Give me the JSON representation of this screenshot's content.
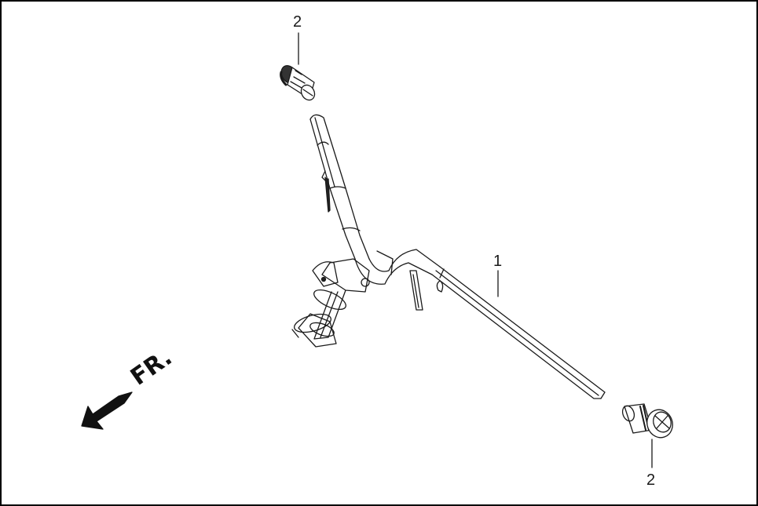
{
  "diagram": {
    "type": "exploded-parts-view",
    "subject": "Handlebar assembly",
    "frame_color": "#000000",
    "line_color": "#1a1a1a"
  },
  "callouts": [
    {
      "id": "callout-top-left",
      "label": "2",
      "part": "handlebar-end-plug"
    },
    {
      "id": "callout-main",
      "label": "1",
      "part": "handlebar"
    },
    {
      "id": "callout-bottom-right",
      "label": "2",
      "part": "handlebar-end-plug"
    }
  ],
  "direction_indicator": {
    "label": "FR.",
    "icon": "arrow-down-left-icon"
  }
}
